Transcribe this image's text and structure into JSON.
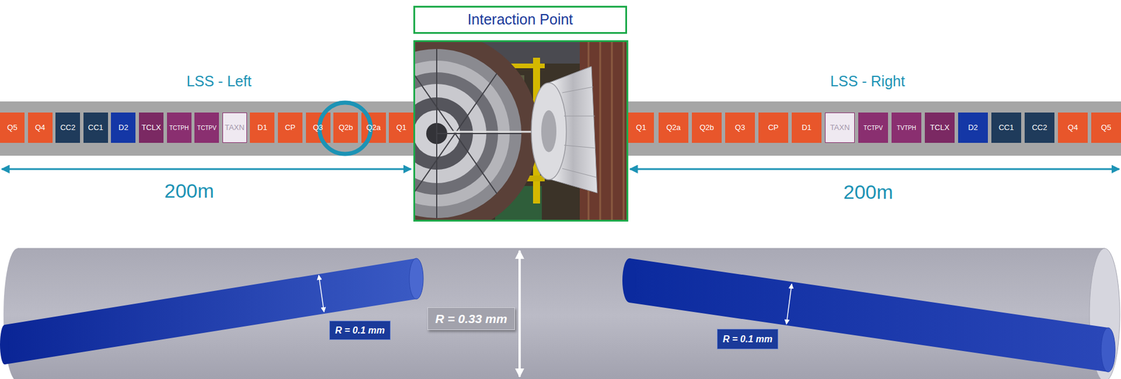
{
  "diagram": {
    "title": "Interaction Point",
    "nodes": [
      {
        "text": [
          "Q5"
        ]
      },
      {
        "text": [
          "Q4"
        ]
      },
      {
        "text": [
          "CC2"
        ]
      },
      {
        "text": [
          "CC1"
        ]
      },
      {
        "text": [
          "D2"
        ]
      },
      {
        "text": [
          "TCLX"
        ]
      },
      {
        "text": [
          "TCTPH"
        ]
      },
      {
        "text": [
          "TCTPV"
        ]
      },
      {
        "text": [
          "TAXN"
        ]
      },
      {
        "text": [
          "D1"
        ]
      },
      {
        "text": [
          "CP"
        ]
      },
      {
        "text": [
          "Q3"
        ]
      },
      {
        "text": [
          "Q2b"
        ]
      },
      {
        "text": [
          "Q2a"
        ]
      },
      {
        "text": [
          "Q1"
        ]
      },
      {
        "text": [
          "Interaction Point"
        ]
      },
      {
        "text": [
          "Q1"
        ]
      },
      {
        "text": [
          "Q2a"
        ]
      },
      {
        "text": [
          "Q2b"
        ]
      },
      {
        "text": [
          "Q3"
        ]
      },
      {
        "text": [
          "CP"
        ]
      },
      {
        "text": [
          "D1"
        ]
      },
      {
        "text": [
          "TAXN"
        ]
      },
      {
        "text": [
          "TCTPV"
        ]
      },
      {
        "text": [
          "TVTPH"
        ]
      },
      {
        "text": [
          "TCLX"
        ]
      },
      {
        "text": [
          "D2"
        ]
      },
      {
        "text": [
          "CC1"
        ]
      },
      {
        "text": [
          "CC2"
        ]
      },
      {
        "text": [
          "Q4"
        ]
      },
      {
        "text": [
          "Q5"
        ]
      },
      {
        "text": [
          "R = 0.1 mm"
        ]
      },
      {
        "text": [
          "R = 0.33 mm"
        ]
      },
      {
        "text": [
          "R = 0.1 mm"
        ]
      }
    ],
    "labels": [
      "LSS - Left",
      "LSS - Right",
      "200m",
      "200m"
    ]
  }
}
